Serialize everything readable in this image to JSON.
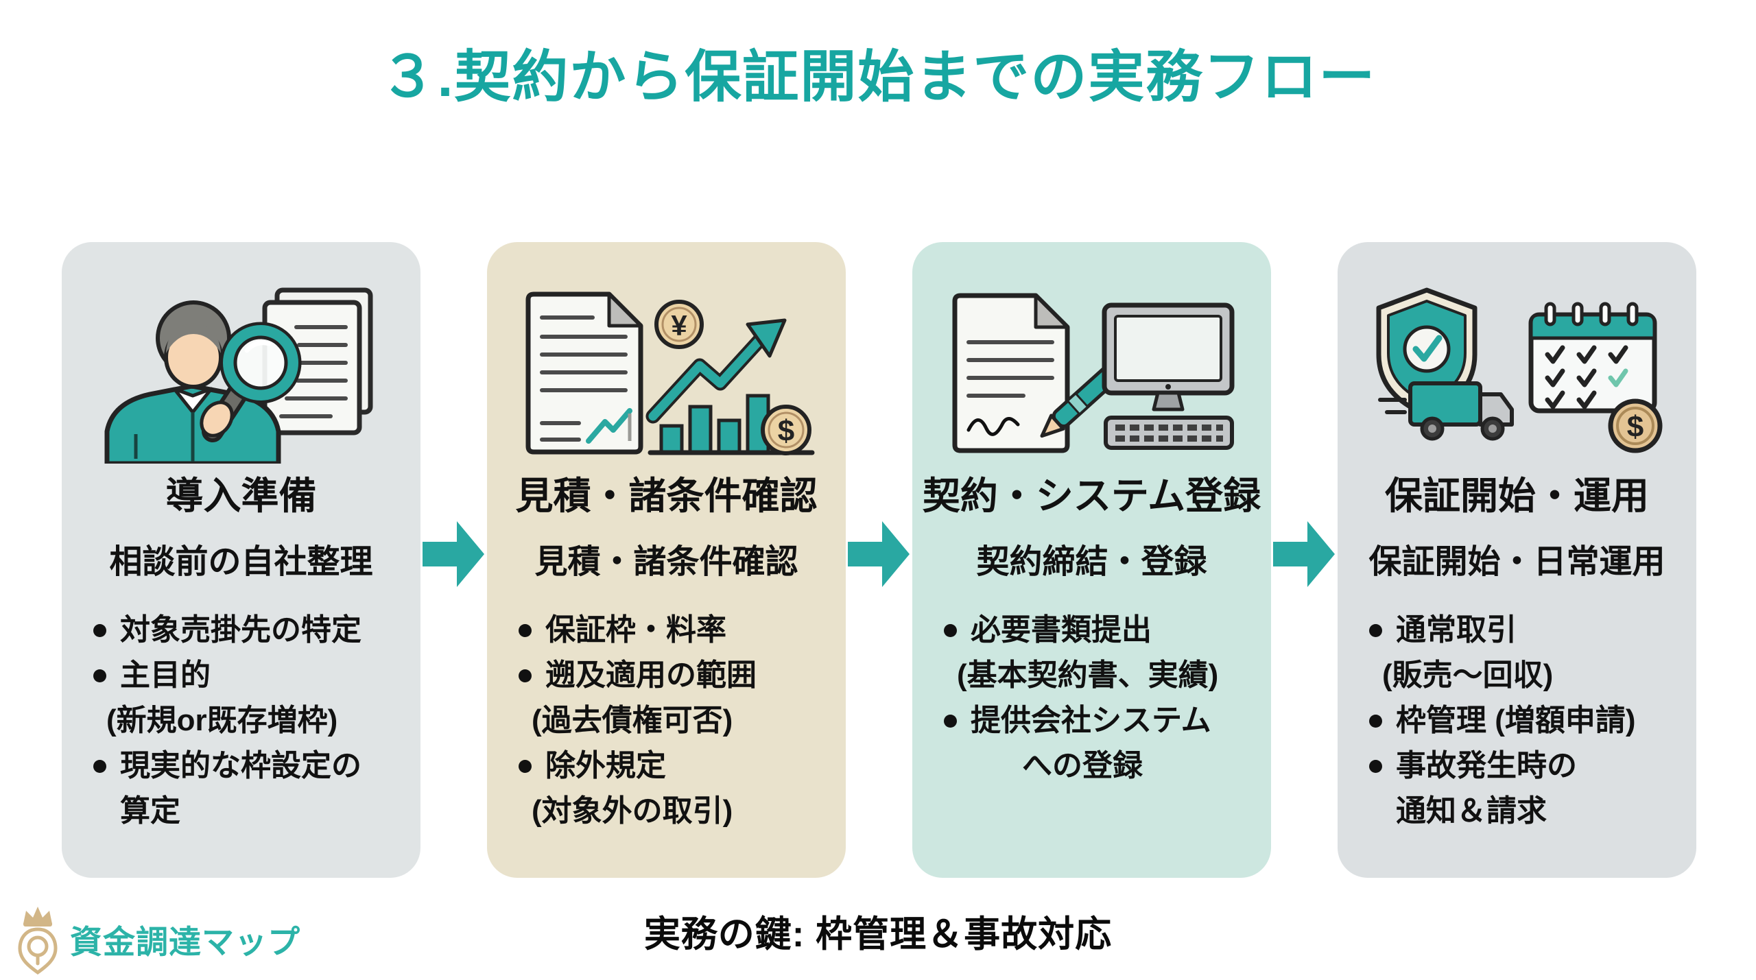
{
  "page": {
    "title": "３.契約から保証開始までの実務フロー",
    "footer_note": "実務の鍵: 枠管理＆事故対応",
    "logo_text": "資金調達マップ"
  },
  "colors": {
    "title_teal": "#17a6a1",
    "arrow_teal": "#29a8a2",
    "icon_teal": "#2aa8a1",
    "card1_bg": "#e0e4e5",
    "card2_bg": "#e9e2cc",
    "card3_bg": "#cde7e0",
    "card4_bg": "#dce0e2",
    "ink": "#111111",
    "coin_tan": "#ecd3a4",
    "logo_gold": "#d2b687",
    "logo_teal": "#2cb3a8",
    "page_bg": "#ffffff"
  },
  "cards": [
    {
      "icon": "person-magnifier-documents-icon",
      "title": "導入準備",
      "subtitle": "相談前の自社整理",
      "bullets": [
        [
          "対象売掛先の特定"
        ],
        [
          "主目的",
          "(新規or既存増枠)"
        ],
        [
          "現実的な枠設定の",
          "算定"
        ]
      ]
    },
    {
      "icon": "document-yen-growth-chart-icon",
      "title": "見積・諸条件確認",
      "subtitle": "見積・諸条件確認",
      "bullets": [
        [
          "保証枠・料率"
        ],
        [
          "遡及適用の範囲",
          "(過去債権可否)"
        ],
        [
          "除外規定",
          "(対象外の取引)"
        ]
      ]
    },
    {
      "icon": "contract-pen-computer-icon",
      "title": "契約・システム登録",
      "subtitle": "契約締結・登録",
      "bullets": [
        [
          "必要書類提出",
          "(基本契約書、実績)"
        ],
        [
          "提供会社システム",
          {
            "text": "への登録",
            "indent": true
          }
        ]
      ]
    },
    {
      "icon": "shield-truck-calendar-coin-icon",
      "title": "保証開始・運用",
      "subtitle": "保証開始・日常運用",
      "bullets": [
        [
          "通常取引",
          "(販売〜回収)"
        ],
        [
          "枠管理 (増額申請)"
        ],
        [
          "事故発生時の",
          "通知＆請求"
        ]
      ]
    }
  ],
  "arrows": [
    {
      "icon": "right-block-arrow"
    },
    {
      "icon": "right-block-arrow"
    },
    {
      "icon": "right-block-arrow"
    }
  ]
}
